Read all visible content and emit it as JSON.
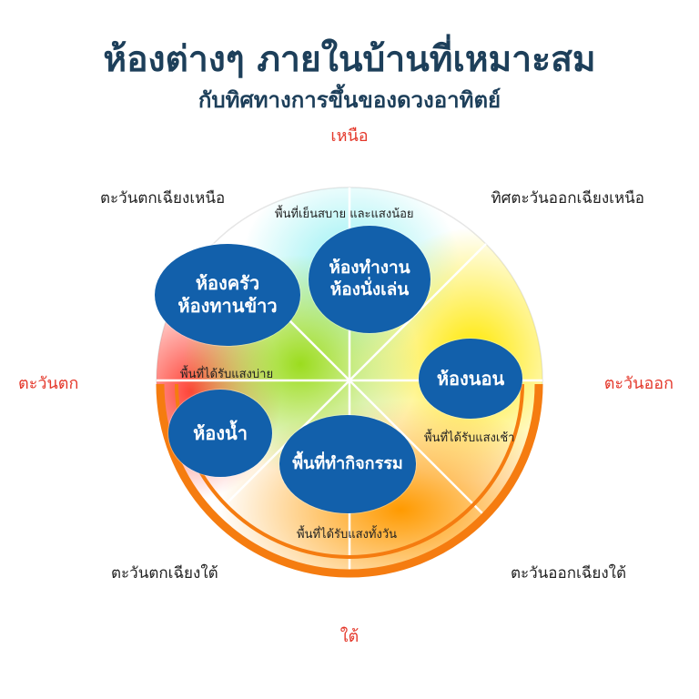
{
  "title": "ห้องต่างๆ ภายในบ้านที่เหมาะสม",
  "subtitle": "กับทิศทางการขึ้นของดวงอาทิตย์",
  "directions": {
    "north": "เหนือ",
    "south": "ใต้",
    "east": "ตะวันออก",
    "west": "ตะวันตก",
    "northwest": "ตะวันตกเฉียงเหนือ",
    "northeast": "ทิศตะวันออกเฉียงเหนือ",
    "southwest": "ตะวันตกเฉียงใต้",
    "southeast": "ตะวันออกเฉียงใต้"
  },
  "zones": {
    "north": "พื้นที่เย็นสบาย และแสงน้อย",
    "west": "พื้นที่ได้รับแสงบ่าย",
    "east": "พื้นที่ได้รับแสงเช้า",
    "south": "พื้นที่ได้รับแสงทั้งวัน"
  },
  "rooms": {
    "kitchen_line1": "ห้องครัว",
    "kitchen_line2": "ห้องทานข้าว",
    "work_line1": "ห้องทำงาน",
    "work_line2": "ห้องนั่งเล่น",
    "bedroom": "ห้องนอน",
    "bathroom": "ห้องน้ำ",
    "activity": "พื้นที่ทำกิจกรรม"
  },
  "colors": {
    "title": "#1d3f5a",
    "compass": "#e4382b",
    "bubble": "#1260ab",
    "ring": "#f57c10"
  }
}
